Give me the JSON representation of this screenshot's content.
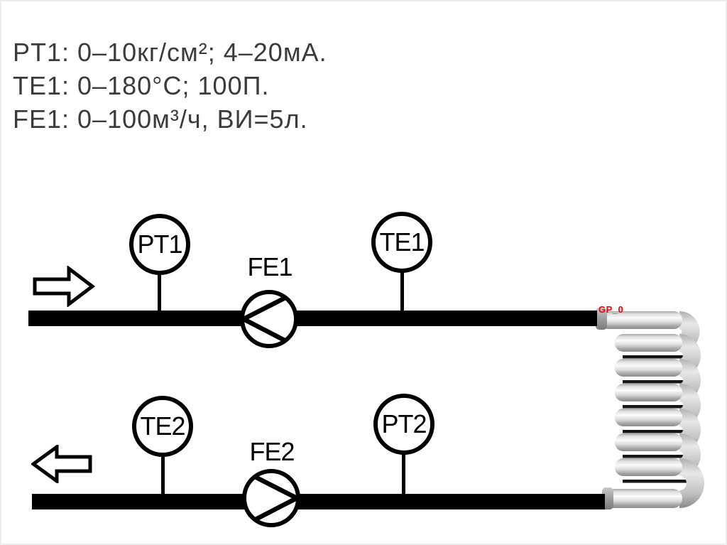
{
  "slide": {
    "background": "#ffffff",
    "frame_color": "#ececec"
  },
  "spec_block": {
    "color": "#3b3b3b",
    "lines": [
      {
        "text": "PT1: 0–10кг/см²; 4–20мА."
      },
      {
        "text": "TE1: 0–180°C; 100П."
      },
      {
        "text": "FE1: 0–100м³/ч, ВИ=5л."
      }
    ]
  },
  "supply_line": {
    "flow_direction": "right",
    "pressure_gauge_tag": "PT1",
    "flow_element_tag": "FE1",
    "temperature_gauge_tag": "TE1"
  },
  "return_line": {
    "flow_direction": "left",
    "temperature_gauge_tag": "TE2",
    "flow_element_tag": "FE2",
    "pressure_gauge_tag": "PT2"
  },
  "heat_exchanger": {
    "tag": "GP_0",
    "tag_color": "#e90000"
  },
  "colors": {
    "pipe": "#000000",
    "symbol_stroke": "#000000",
    "coil_metal_light": "#fbfbfb",
    "coil_metal_dark": "#8d8d8d"
  }
}
